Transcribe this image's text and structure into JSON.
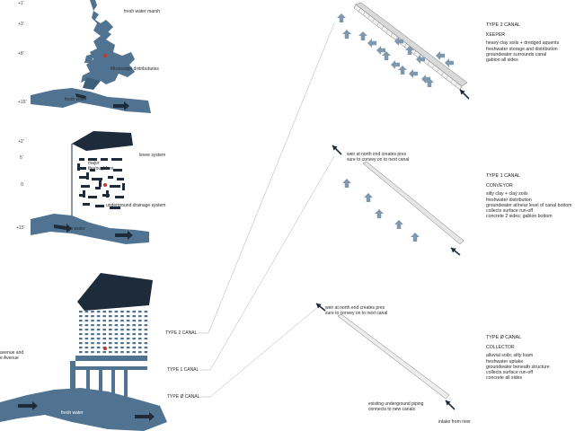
{
  "elevations": {
    "p1": [
      "+1'",
      "+3'",
      "+8'",
      "+15'"
    ],
    "p2": [
      "+2'",
      "5'",
      "0",
      "+15'"
    ]
  },
  "map_labels": {
    "marsh": "fresh water marsh",
    "distributaries": "Mississippi distributaries",
    "fresh_water_1": "fresh water",
    "levee": "levee system",
    "major_thoroughfare": "major\nthoroughfare",
    "drainage": "underground drainage system",
    "fresh_water_2": "fresh water",
    "fresh_water_3": "fresh water",
    "avenue": "avenue and\ne Avenue"
  },
  "leaders": {
    "type2": "TYPE 2 CANAL",
    "type1": "TYPE 1 CANAL",
    "type0": "TYPE Ø CANAL"
  },
  "canals": [
    {
      "title": "TYPE 2 CANAL",
      "role": "KEEPER",
      "lines": [
        "heavy clay soils + dredged aquents",
        "freshwater storage and distribution",
        "groundwater surrounds canal",
        "gabion all sides"
      ]
    },
    {
      "title": "TYPE 1 CANAL",
      "role": "CONVEYOR",
      "lines": [
        "silty clay + clay soils",
        "freshwater distribution",
        "groundwater at/near level of canal bottom",
        "collects surface run-off",
        "concrete 2 sides; gabion bottom"
      ]
    },
    {
      "title": "TYPE Ø CANAL",
      "role": "COLLECTOR",
      "lines": [
        "alluvial soils; silty loam",
        "freshwater uptake",
        "groundwater beneath structure",
        "collects surface run-off",
        "concrete all sides"
      ]
    }
  ],
  "notes": {
    "weir1": "weir at north end creates pres\nsure to convey on to next canal",
    "weir2": "weir at north end creates pres\nsure to convey on to next canal",
    "piping": "existing underground piping\nconnects to new canals",
    "intake": "intake from river"
  },
  "colors": {
    "water": "#4f7391",
    "water_dark": "#3d5f7b",
    "arrow": "#7f98b0",
    "block": "#1d2b3a"
  }
}
